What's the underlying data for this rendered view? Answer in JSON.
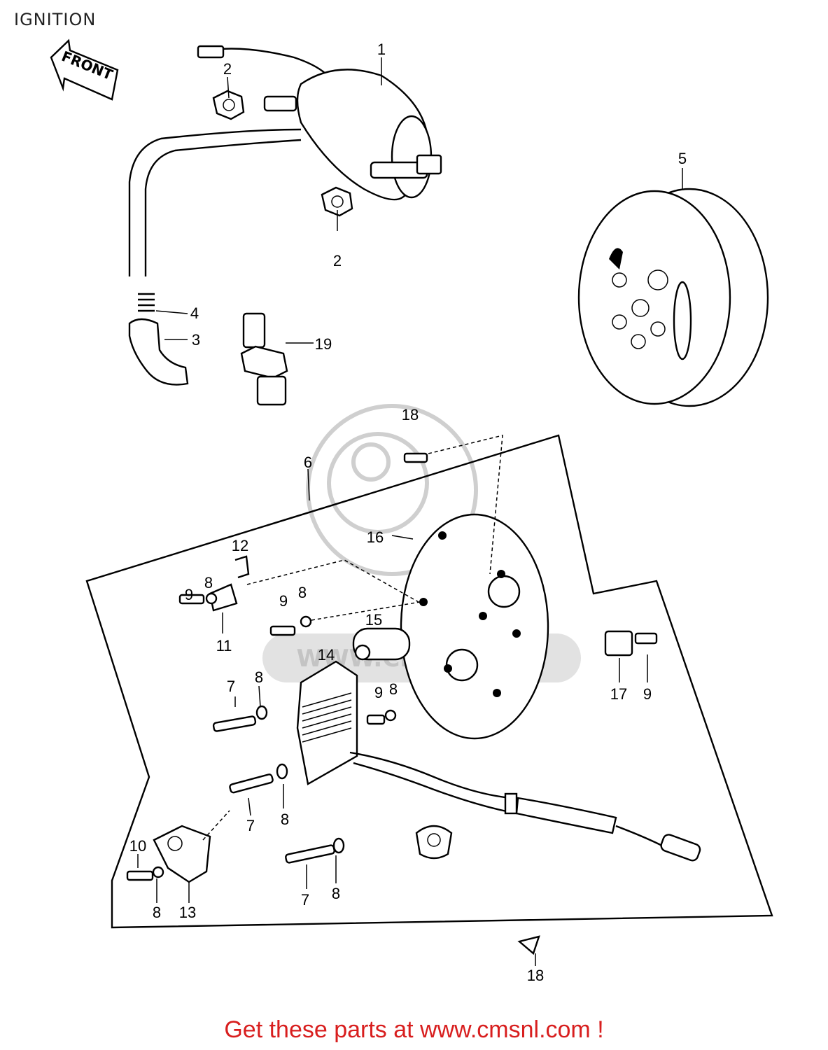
{
  "page": {
    "title": "IGNITION",
    "footer_text": "Get these parts at www.cmsnl.com !",
    "footer_color": "#d81e1e"
  },
  "watermark": {
    "text": "WWW.CMSNL.COM"
  },
  "diagram": {
    "front_label": "FRONT",
    "callouts": [
      {
        "id": "c1",
        "label": "1",
        "part": "ignition-coil"
      },
      {
        "id": "c2a",
        "label": "2",
        "part": "nut"
      },
      {
        "id": "c2b",
        "label": "2",
        "part": "nut"
      },
      {
        "id": "c3",
        "label": "3",
        "part": "plug-cap"
      },
      {
        "id": "c4",
        "label": "4",
        "part": "spring"
      },
      {
        "id": "c5",
        "label": "5",
        "part": "flywheel-rotor"
      },
      {
        "id": "c6",
        "label": "6",
        "part": "stator-assembly"
      },
      {
        "id": "c7a",
        "label": "7",
        "part": "screw"
      },
      {
        "id": "c7b",
        "label": "7",
        "part": "screw"
      },
      {
        "id": "c7c",
        "label": "7",
        "part": "screw"
      },
      {
        "id": "c8a",
        "label": "8",
        "part": "washer"
      },
      {
        "id": "c8b",
        "label": "8",
        "part": "washer"
      },
      {
        "id": "c8c",
        "label": "8",
        "part": "washer"
      },
      {
        "id": "c8d",
        "label": "8",
        "part": "washer"
      },
      {
        "id": "c8e",
        "label": "8",
        "part": "washer"
      },
      {
        "id": "c8f",
        "label": "8",
        "part": "washer"
      },
      {
        "id": "c8g",
        "label": "8",
        "part": "washer"
      },
      {
        "id": "c9a",
        "label": "9",
        "part": "screw"
      },
      {
        "id": "c9b",
        "label": "9",
        "part": "screw"
      },
      {
        "id": "c9c",
        "label": "9",
        "part": "screw"
      },
      {
        "id": "c9d",
        "label": "9",
        "part": "screw"
      },
      {
        "id": "c10",
        "label": "10",
        "part": "screw"
      },
      {
        "id": "c11",
        "label": "11",
        "part": "contact-point"
      },
      {
        "id": "c12",
        "label": "12",
        "part": "bracket"
      },
      {
        "id": "c13",
        "label": "13",
        "part": "contact-point"
      },
      {
        "id": "c14",
        "label": "14",
        "part": "coil"
      },
      {
        "id": "c15",
        "label": "15",
        "part": "condenser"
      },
      {
        "id": "c16",
        "label": "16",
        "part": "stator-plate"
      },
      {
        "id": "c17",
        "label": "17",
        "part": "clamp"
      },
      {
        "id": "c18a",
        "label": "18",
        "part": "screw"
      },
      {
        "id": "c18b",
        "label": "18",
        "part": "screw"
      },
      {
        "id": "c19",
        "label": "19",
        "part": "spark-plug"
      }
    ]
  }
}
